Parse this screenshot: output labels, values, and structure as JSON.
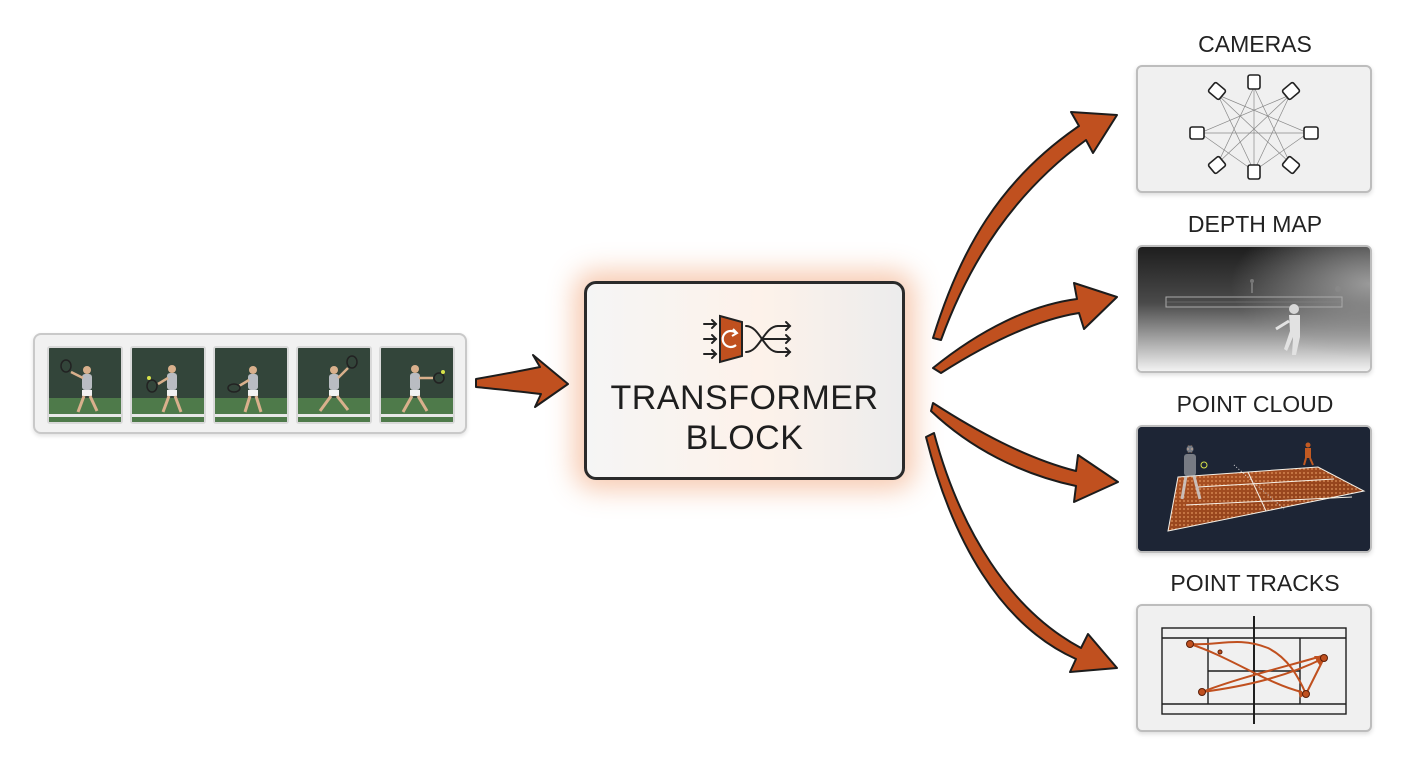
{
  "transformer_block": {
    "line1": "TRANSFORMER",
    "line2": "BLOCK",
    "icon": "attention-shuffle-icon"
  },
  "input_frames": {
    "count": 5,
    "icon": "tennis-player-frame-icon"
  },
  "outputs": [
    {
      "label": "CAMERAS",
      "icon": "camera-ring-icon"
    },
    {
      "label": "DEPTH MAP",
      "icon": "depth-map-icon"
    },
    {
      "label": "POINT CLOUD",
      "icon": "point-cloud-icon"
    },
    {
      "label": "POINT TRACKS",
      "icon": "point-tracks-icon"
    }
  ],
  "colors": {
    "arrow_fill": "#c0501f",
    "arrow_stroke": "#1c1c1c",
    "glow": "#ee8c55",
    "accent": "#c0501f",
    "point_cloud_bg": "#1d2535",
    "depth_bg": "#2b2b2b"
  }
}
